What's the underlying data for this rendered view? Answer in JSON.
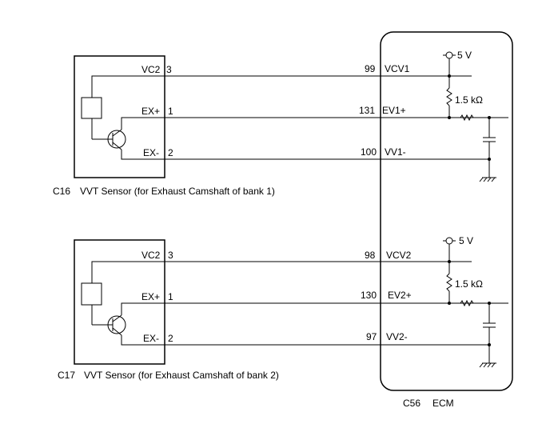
{
  "sensors": [
    {
      "connector": "C16",
      "title": "VVT Sensor (for Exhaust Camshaft of bank 1)",
      "pins": [
        {
          "name": "VC2",
          "num": "3",
          "ecm_num": "99",
          "ecm_name": "VCV1"
        },
        {
          "name": "EX+",
          "num": "1",
          "ecm_num": "131",
          "ecm_name": "EV1+"
        },
        {
          "name": "EX-",
          "num": "2",
          "ecm_num": "100",
          "ecm_name": "VV1-"
        }
      ],
      "supply": "5 V",
      "resistor": "1.5 kΩ"
    },
    {
      "connector": "C17",
      "title": "VVT Sensor (for Exhaust Camshaft of bank 2)",
      "pins": [
        {
          "name": "VC2",
          "num": "3",
          "ecm_num": "98",
          "ecm_name": "VCV2"
        },
        {
          "name": "EX+",
          "num": "1",
          "ecm_num": "130",
          "ecm_name": "EV2+"
        },
        {
          "name": "EX-",
          "num": "2",
          "ecm_num": "97",
          "ecm_name": "VV2-"
        }
      ],
      "supply": "5 V",
      "resistor": "1.5 kΩ"
    }
  ],
  "ecm": {
    "connector": "C56",
    "name": "ECM"
  }
}
